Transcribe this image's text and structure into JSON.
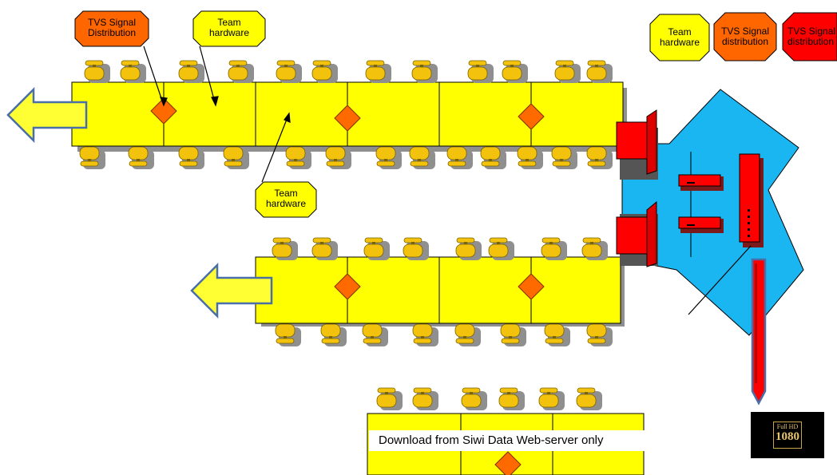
{
  "legend": {
    "team_hardware": [
      "Team",
      "hardware"
    ],
    "tvs_orange": [
      "TVS Signal",
      "distribution"
    ],
    "tvs_red": [
      "TVS Signal",
      "distribution"
    ]
  },
  "callouts": {
    "tvs_signal_distribution": [
      "TVS Signal",
      "Distribution"
    ],
    "team_hardware_top": [
      "Team",
      "hardware"
    ],
    "team_hardware_mid": [
      "Team",
      "hardware"
    ]
  },
  "banner": {
    "text": "Download  from Siwi Data Web-server only"
  },
  "badge": {
    "top": "Full HD",
    "number": "1080"
  },
  "colors": {
    "desk": "#ffff00",
    "chair": "#f2c20c",
    "chair_outline": "#7a6200",
    "shadow": "#8f8f8f",
    "diamond": "#ff6a00",
    "room": "#19b6f2",
    "equipment": "#ff0000",
    "arrow_fill": "#ffff33",
    "arrow_stroke": "#4a6ea8",
    "oct_yellow": "#ffff00",
    "oct_orange": "#ff6600",
    "oct_red": "#ff0000"
  }
}
